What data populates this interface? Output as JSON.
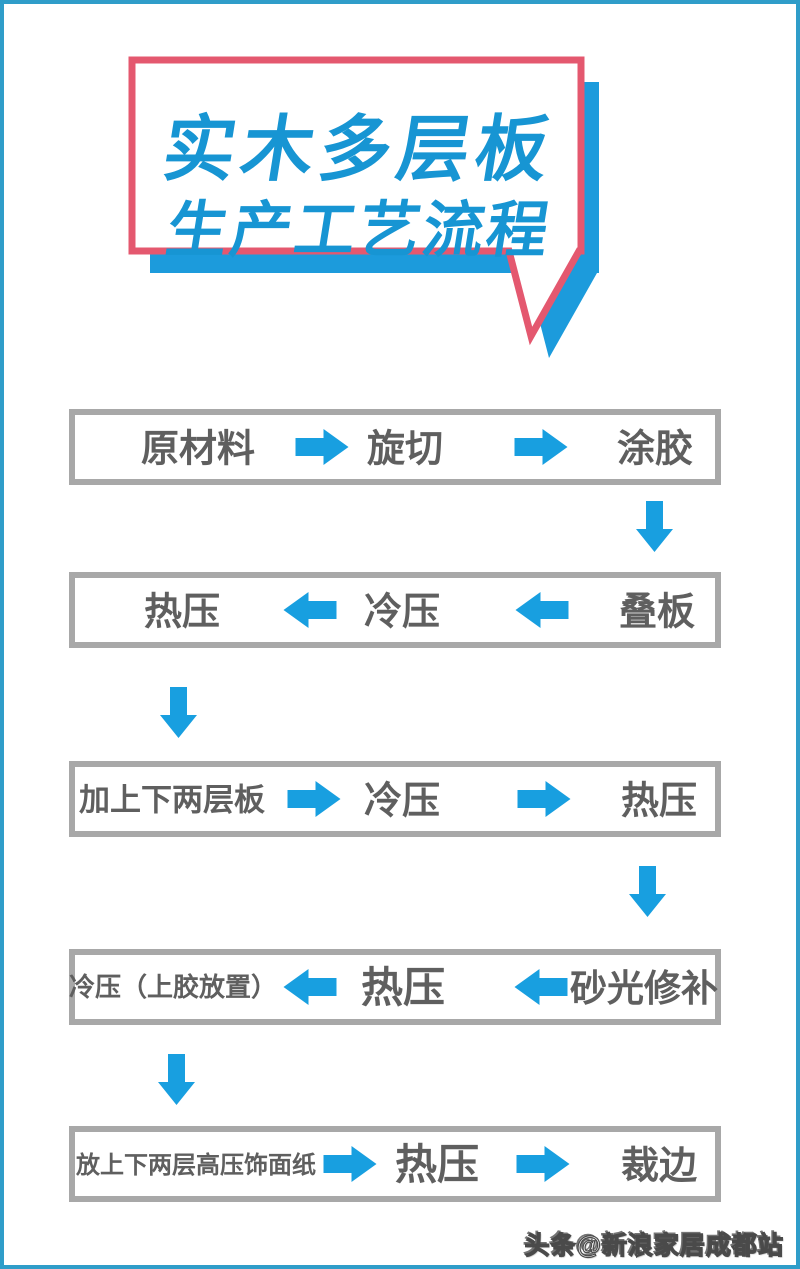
{
  "page": {
    "background": "#ffffff",
    "border_color": "#2F9DC9"
  },
  "title": {
    "line1": "实木多层板",
    "line2": "生产工艺流程",
    "text_color": "#1795D3",
    "bubble_fill": "#ffffff",
    "bubble_border_color": "#E4586F",
    "bubble_shadow_color": "#1C9BDC"
  },
  "flow": {
    "arrow_color": "#189FE0",
    "box_border_color": "#A8A8A8",
    "text_color": "#5F5F5F",
    "rows": [
      {
        "direction": "right",
        "items": [
          "原材料",
          "旋切",
          "涂胶"
        ]
      },
      {
        "direction": "left",
        "items": [
          "热压",
          "冷压",
          "叠板"
        ]
      },
      {
        "direction": "right",
        "items": [
          "加上下两层板",
          "冷压",
          "热压"
        ]
      },
      {
        "direction": "left",
        "items": [
          "冷压（上胶放置）",
          "热压",
          "砂光修补"
        ]
      },
      {
        "direction": "right",
        "items": [
          "放上下两层高压饰面纸",
          "热压",
          "裁边"
        ]
      }
    ],
    "connectors": [
      {
        "after_row": 1,
        "side": "right",
        "direction": "down"
      },
      {
        "after_row": 2,
        "side": "left",
        "direction": "down"
      },
      {
        "after_row": 3,
        "side": "right",
        "direction": "down"
      },
      {
        "after_row": 4,
        "side": "left",
        "direction": "down"
      }
    ]
  },
  "watermark": {
    "text": "头条@新浪家居成都站"
  }
}
